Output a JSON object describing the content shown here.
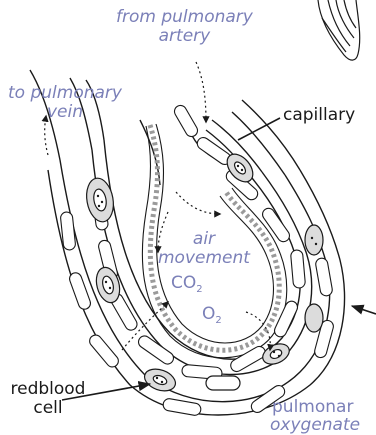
{
  "labels": {
    "from_artery_line1": "from pulmonary",
    "from_artery_line2": "artery",
    "to_vein_line1": "to pulmonary",
    "to_vein_line2": "vein",
    "capillary": "capillary",
    "air_line1": "air",
    "air_line2": "movement",
    "co2_main": "CO",
    "co2_sub": "2",
    "o2_main": "O",
    "o2_sub": "2",
    "redblood_line1": "redblood",
    "redblood_line2": "cell",
    "pulmonary_cut": "pulmonar",
    "oxygenated_cut": "oxygenate"
  },
  "colors": {
    "label_blue": "#7b80b8",
    "line": "#1a1a1a",
    "alveolar_membrane": "#9a9a9a",
    "cell_fill": "#dcdcdc",
    "vessel_fill": "#ffffff"
  }
}
